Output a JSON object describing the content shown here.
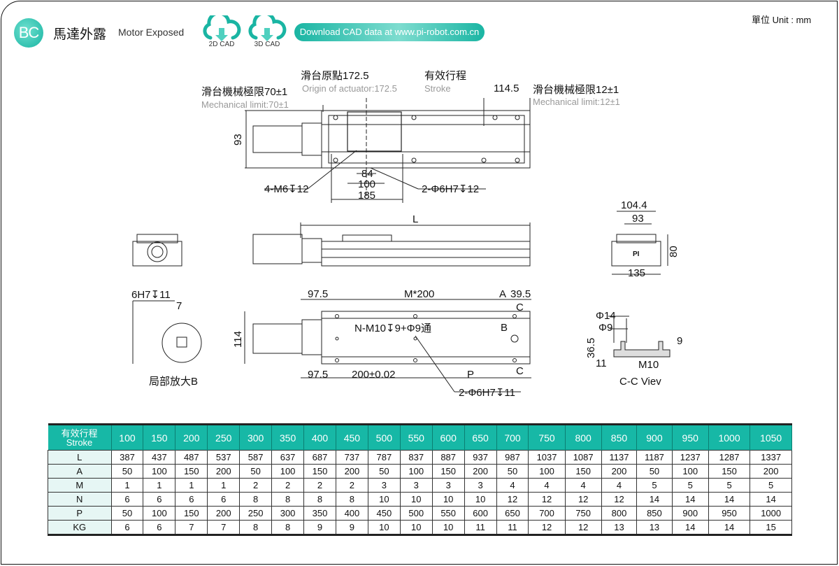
{
  "header": {
    "badge": "BC",
    "title_cn": "馬達外露",
    "title_en": "Motor Exposed",
    "cad_2d": "2D CAD",
    "cad_3d": "3D CAD",
    "download": "Download CAD data at www.pi-robot.com.cn",
    "unit": "單位 Unit : mm"
  },
  "colors": {
    "accent": "#17b8a6",
    "label_bg": "#e6f6f4"
  },
  "top_view": {
    "origin_cn": "滑台原點172.5",
    "origin_en": "Origin of actuator:172.5",
    "stroke_cn": "有效行程",
    "stroke_en": "Stroke",
    "dim_114_5": "114.5",
    "limit_right_cn": "滑台機械極限12±1",
    "limit_right_en": "Mechanical limit:12±1",
    "limit_left_cn": "滑台機械極限70±1",
    "limit_left_en": "Mechanical limit:70±1",
    "dim_93": "93",
    "dim_84": "84",
    "dim_100": "100",
    "dim_185": "185",
    "holes_m6": "4-M6↧12",
    "holes_pin": "2-Φ6H7↧12"
  },
  "side_view": {
    "dim_L": "L"
  },
  "end_view": {
    "dim_104_4": "104.4",
    "dim_93": "93",
    "dim_80": "80",
    "dim_135": "135",
    "logo": "PI"
  },
  "bottom_view": {
    "dim_97_5_top": "97.5",
    "dim_m200": "M*200",
    "dim_a": "A",
    "dim_39_5": "39.5",
    "section_c_top": "C",
    "holes_n": "N-M10↧9+Φ9通",
    "detail_b": "B",
    "dim_114": "114",
    "dim_97_5_bottom": "97.5",
    "dim_200": "200±0.02",
    "dim_p": "P",
    "section_c_bottom": "C",
    "holes_pin": "2-Φ6H7↧11"
  },
  "detail_b": {
    "hole": "6H7↧11",
    "dim_7": "7",
    "caption": "局部放大B"
  },
  "section_cc": {
    "d14": "Φ14",
    "d9": "Φ9",
    "dim_36_5": "36.5",
    "dim_9": "9",
    "dim_11": "11",
    "thread": "M10",
    "caption": "C-C Viev"
  },
  "table": {
    "header_cn": "有效行程",
    "header_en": "Stroke",
    "strokes": [
      "100",
      "150",
      "200",
      "250",
      "300",
      "350",
      "400",
      "450",
      "500",
      "550",
      "600",
      "650",
      "700",
      "750",
      "800",
      "850",
      "900",
      "950",
      "1000",
      "1050"
    ],
    "rows": [
      {
        "label": "L",
        "values": [
          "387",
          "437",
          "487",
          "537",
          "587",
          "637",
          "687",
          "737",
          "787",
          "837",
          "887",
          "937",
          "987",
          "1037",
          "1087",
          "1137",
          "1187",
          "1237",
          "1287",
          "1337"
        ]
      },
      {
        "label": "A",
        "values": [
          "50",
          "100",
          "150",
          "200",
          "50",
          "100",
          "150",
          "200",
          "50",
          "100",
          "150",
          "200",
          "50",
          "100",
          "150",
          "200",
          "50",
          "100",
          "150",
          "200"
        ]
      },
      {
        "label": "M",
        "values": [
          "1",
          "1",
          "1",
          "1",
          "2",
          "2",
          "2",
          "2",
          "3",
          "3",
          "3",
          "3",
          "4",
          "4",
          "4",
          "4",
          "5",
          "5",
          "5",
          "5"
        ]
      },
      {
        "label": "N",
        "values": [
          "6",
          "6",
          "6",
          "6",
          "8",
          "8",
          "8",
          "8",
          "10",
          "10",
          "10",
          "10",
          "12",
          "12",
          "12",
          "12",
          "14",
          "14",
          "14",
          "14"
        ]
      },
      {
        "label": "P",
        "values": [
          "50",
          "100",
          "150",
          "200",
          "250",
          "300",
          "350",
          "400",
          "450",
          "500",
          "550",
          "600",
          "650",
          "700",
          "750",
          "800",
          "850",
          "900",
          "950",
          "1000"
        ]
      },
      {
        "label": "KG",
        "values": [
          "6",
          "6",
          "7",
          "7",
          "8",
          "8",
          "9",
          "9",
          "10",
          "10",
          "10",
          "11",
          "11",
          "12",
          "12",
          "13",
          "13",
          "14",
          "14",
          "15"
        ]
      }
    ]
  }
}
